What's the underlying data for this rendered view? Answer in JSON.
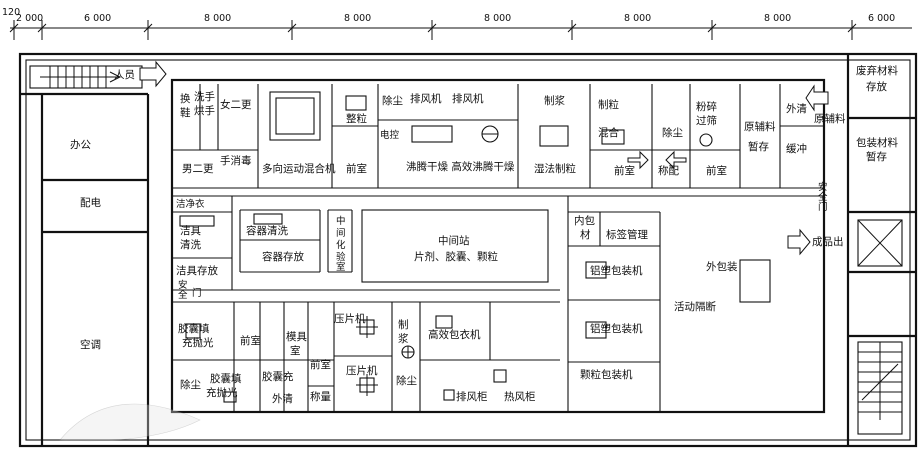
{
  "dimensions": [
    "120",
    "2 000",
    "6 000",
    "8 000",
    "8 000",
    "8 000",
    "8 000",
    "8 000",
    "6 000"
  ],
  "rooms": {
    "personnel": "人员",
    "office": "办公",
    "power": "配电",
    "ac": "空调",
    "change_shoes": [
      "换",
      "鞋"
    ],
    "wash_dry": [
      "洗手",
      "烘手"
    ],
    "female_change2": "女二更",
    "male_change2": "男二更",
    "hand_disinfect": "手消毒",
    "mixer": "多向运动混合机",
    "granulate_whole": "整粒",
    "front_room1": "前室",
    "dust_removal1": "除尘",
    "exhaust1": "排风机",
    "exhaust2": "排风机",
    "electric_ctrl": "电控",
    "fluid_dry": "沸腾干燥 高效沸腾干燥",
    "slurry": "制浆",
    "wet_granulate": "湿法制粒",
    "granulate2": "制粒",
    "mixing": "混合",
    "front_room2": "前室",
    "dust_removal2": "除尘",
    "crush_sieve": [
      "粉碎",
      "过筛"
    ],
    "weigh": "称配",
    "front_room3": "前室",
    "raw_aux": [
      "原辅料",
      "暂存"
    ],
    "outer_clean1": "外清",
    "buffer": "缓冲",
    "raw_aux2": "原辅料",
    "waste": [
      "废弃材料",
      "存放"
    ],
    "pkg_material": [
      "包装材料",
      "暂存"
    ],
    "clean_clothes": "洁净衣",
    "tool_clean": [
      "洁具",
      "清洗"
    ],
    "tool_store": "洁具存放",
    "safety_exit1": [
      "安",
      "全",
      "门"
    ],
    "container_clean": "容器清洗",
    "container_store": "容器存放",
    "mid_lab": [
      "中",
      "间",
      "化",
      "验",
      "室"
    ],
    "mid_station": [
      "中间站",
      "片剂、胶囊、颗粒"
    ],
    "inner_pkg": [
      "内包",
      "材"
    ],
    "label_mgmt": "标签管理",
    "outer_pkg": "外包装",
    "product_out": "成品出",
    "safety_exit2": [
      "安",
      "全",
      "门"
    ],
    "alu_pack1": "铝塑包装机",
    "alu_pack2": "铝塑包装机",
    "partition": "活动隔断",
    "granule_pack": "颗粒包装机",
    "capsule1": [
      "胶囊填",
      "充抛光"
    ],
    "front_room4": "前室",
    "mold": [
      "模具",
      "室"
    ],
    "tablet1": "压片机",
    "capsule2": [
      "胶囊填",
      "充抛光"
    ],
    "dust_removal3": "除尘",
    "capsule_fill": "胶囊充",
    "outer_clean2": "外清",
    "front_room5": "前室",
    "weighing": "称量",
    "tablet2": "压片机",
    "dust_removal4": "除尘",
    "slurry2": [
      "制",
      "浆"
    ],
    "coater": "高效包衣机",
    "exhaust_cab": "排风柜",
    "hot_air_cab": "热风柜"
  }
}
